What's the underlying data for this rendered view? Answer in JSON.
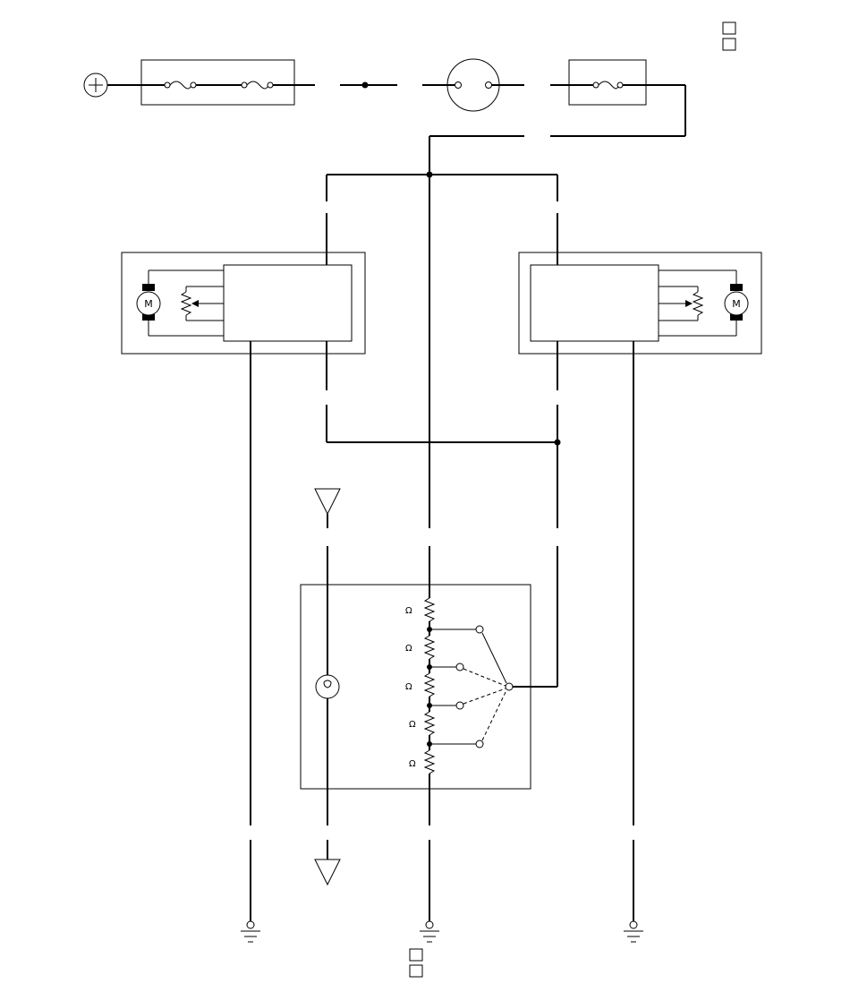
{
  "diagram": {
    "motor_label": "M",
    "ohm_symbol": "Ω",
    "resistor_labels": [
      "Ω",
      "Ω",
      "Ω",
      "Ω",
      "Ω"
    ],
    "colors": {
      "line": "#000000",
      "background": "#ffffff"
    }
  }
}
